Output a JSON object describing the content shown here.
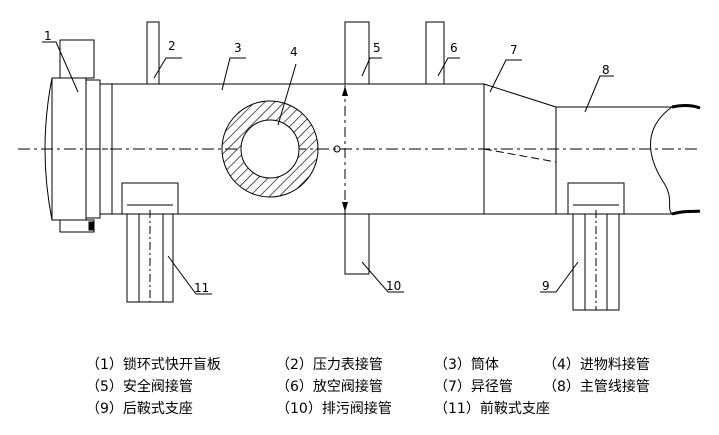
{
  "callouts": [
    "1",
    "2",
    "3",
    "4",
    "5",
    "6",
    "7",
    "8",
    "9",
    "10",
    "11"
  ],
  "legend": [
    [
      "（1）锁环式快开盲板",
      "（2）压力表接管",
      "（3）筒体",
      "（4）进物料接管"
    ],
    [
      "（5）安全阀接管",
      "（6）放空阀接管",
      "（7）异径管",
      "（8）主管线接管"
    ],
    [
      "（9）后鞍式支座",
      "（10）排污阀接管",
      "（11）前鞍式支座"
    ]
  ],
  "colors": {
    "line": "#000000",
    "background": "#ffffff"
  }
}
